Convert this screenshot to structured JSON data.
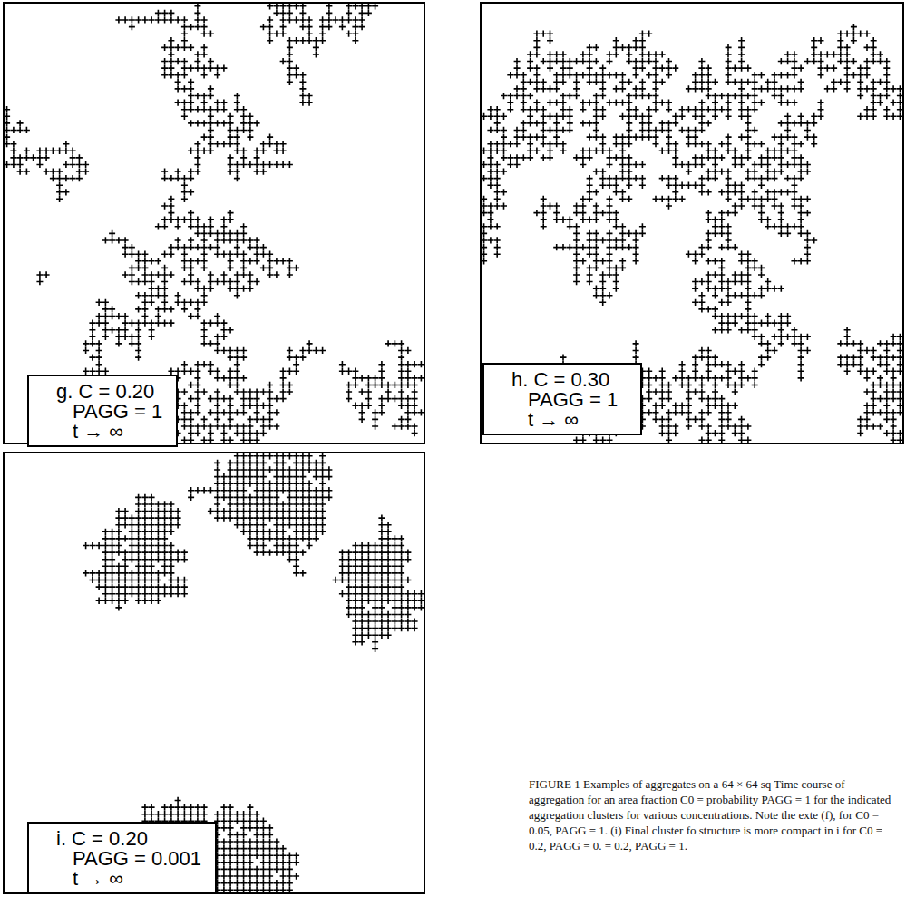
{
  "diagram": {
    "caption": "FIGURE 1 Examples of aggregates on a 64 × 64 sq Time course of aggregation for an area fraction C0 = probability PAGG = 1 for the indicated aggregation clusters for various concentrations. Note the exte (f), for C0 = 0.05, PAGG = 1. (i) Final cluster fo structure is more compact in i for C0 = 0.2, PAGG = 0. = 0.2, PAGG = 1.",
    "nodes": [
      {
        "text": [
          "g. C = 0.20",
          "PAGG = 1",
          "t → ∞"
        ]
      },
      {
        "text": [
          "h. C = 0.30",
          "PAGG = 1",
          "t → ∞"
        ]
      },
      {
        "text": [
          "i. C = 0.20",
          "PAGG = 0.001",
          "t → ∞"
        ]
      }
    ]
  }
}
